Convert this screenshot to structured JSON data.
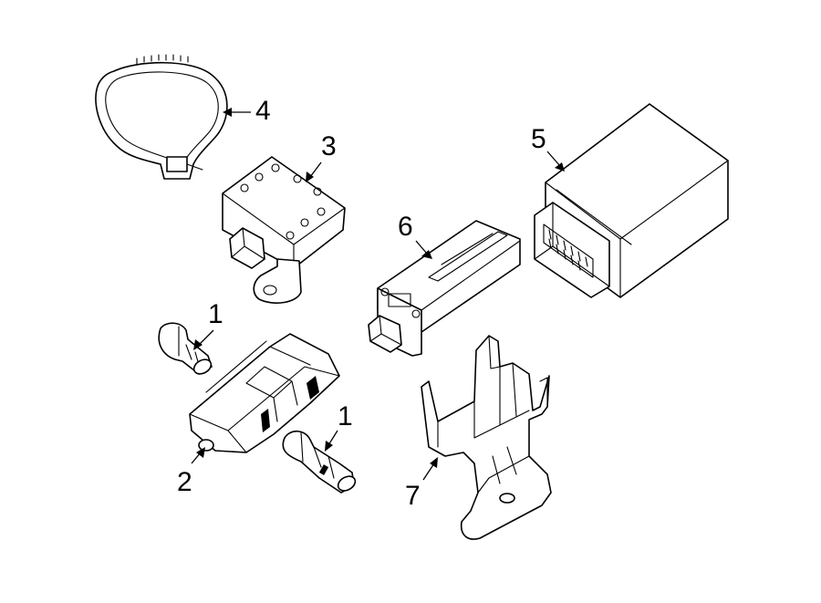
{
  "callouts": {
    "c1a": "1",
    "c1b": "1",
    "c2": "2",
    "c3": "3",
    "c4": "4",
    "c5": "5",
    "c6": "6",
    "c7": "7"
  }
}
